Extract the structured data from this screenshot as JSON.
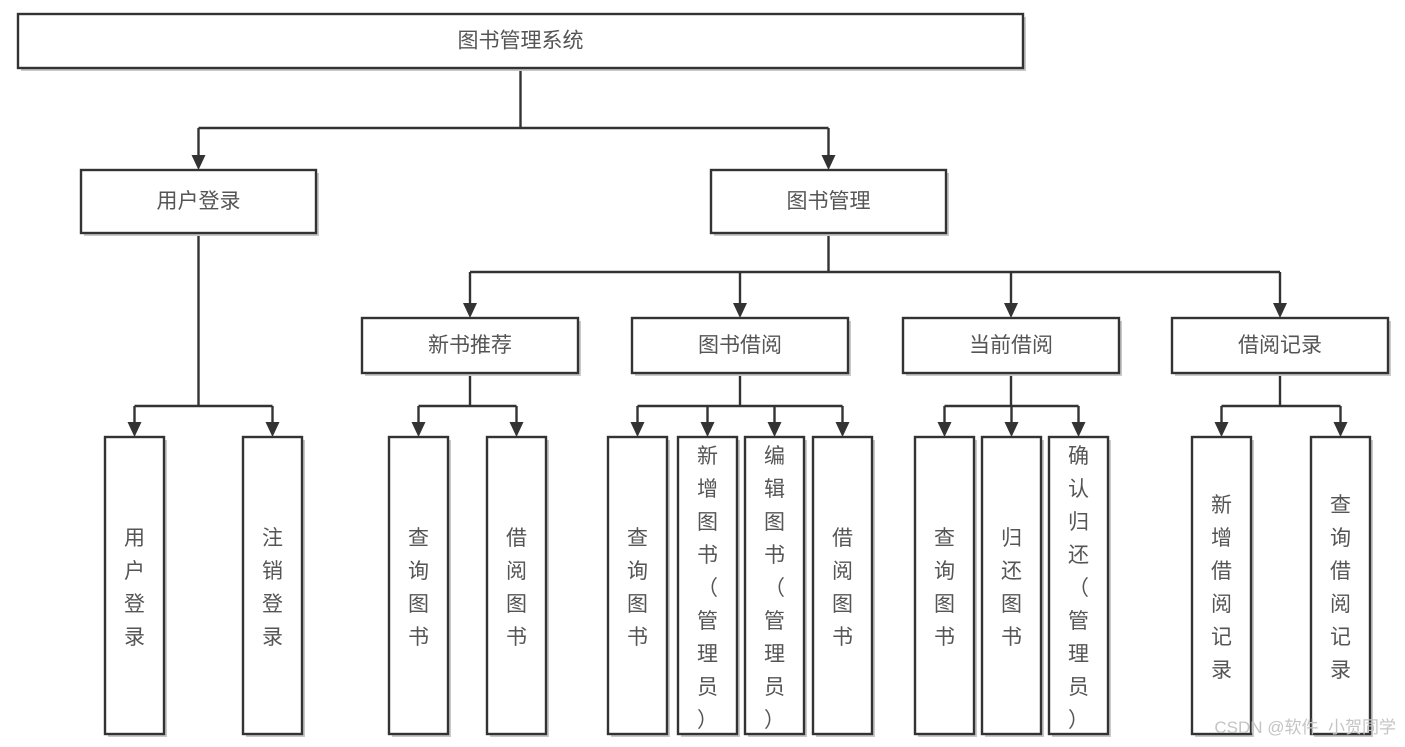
{
  "diagram": {
    "title": "图书管理系统",
    "type": "tree-hierarchy",
    "root": {
      "id": "root",
      "label": "图书管理系统",
      "orientation": "horizontal"
    },
    "level2": [
      {
        "id": "user-login",
        "label": "用户登录",
        "orientation": "horizontal"
      },
      {
        "id": "book-manage",
        "label": "图书管理",
        "orientation": "horizontal"
      }
    ],
    "level3": [
      {
        "id": "new-book-rec",
        "label": "新书推荐",
        "parent": "book-manage",
        "orientation": "horizontal"
      },
      {
        "id": "book-borrow",
        "label": "图书借阅",
        "parent": "book-manage",
        "orientation": "horizontal"
      },
      {
        "id": "current-borrow",
        "label": "当前借阅",
        "parent": "book-manage",
        "orientation": "horizontal"
      },
      {
        "id": "borrow-record",
        "label": "借阅记录",
        "parent": "book-manage",
        "orientation": "horizontal"
      }
    ],
    "leaves": [
      {
        "id": "leaf-user-login",
        "label": "用户登录",
        "parent": "user-login",
        "orientation": "vertical"
      },
      {
        "id": "leaf-logout-login",
        "label": "注销登录",
        "parent": "user-login",
        "orientation": "vertical"
      },
      {
        "id": "leaf-query-book-1",
        "label": "查询图书",
        "parent": "new-book-rec",
        "orientation": "vertical"
      },
      {
        "id": "leaf-borrow-book-1",
        "label": "借阅图书",
        "parent": "new-book-rec",
        "orientation": "vertical"
      },
      {
        "id": "leaf-query-book-2",
        "label": "查询图书",
        "parent": "book-borrow",
        "orientation": "vertical"
      },
      {
        "id": "leaf-add-book-admin",
        "label": "新增图书（管理员）",
        "parent": "book-borrow",
        "orientation": "vertical"
      },
      {
        "id": "leaf-edit-book-admin",
        "label": "编辑图书（管理员）",
        "parent": "book-borrow",
        "orientation": "vertical"
      },
      {
        "id": "leaf-borrow-book-2",
        "label": "借阅图书",
        "parent": "book-borrow",
        "orientation": "vertical"
      },
      {
        "id": "leaf-query-book-3",
        "label": "查询图书",
        "parent": "current-borrow",
        "orientation": "vertical"
      },
      {
        "id": "leaf-return-book",
        "label": "归还图书",
        "parent": "current-borrow",
        "orientation": "vertical"
      },
      {
        "id": "leaf-confirm-return-admin",
        "label": "确认归还（管理员）",
        "parent": "current-borrow",
        "orientation": "vertical"
      },
      {
        "id": "leaf-add-borrow-record",
        "label": "新增借阅记录",
        "parent": "borrow-record",
        "orientation": "vertical"
      },
      {
        "id": "leaf-query-borrow-record",
        "label": "查询借阅记录",
        "parent": "borrow-record",
        "orientation": "vertical"
      }
    ]
  },
  "watermark": {
    "text": "CSDN @软件_小贺同学"
  },
  "colors": {
    "box_border": "#333333",
    "box_fill": "#ffffff",
    "text": "#555555",
    "connector": "#333333",
    "watermark": "#c4c4c4",
    "shadow": "#c9c9c9"
  }
}
